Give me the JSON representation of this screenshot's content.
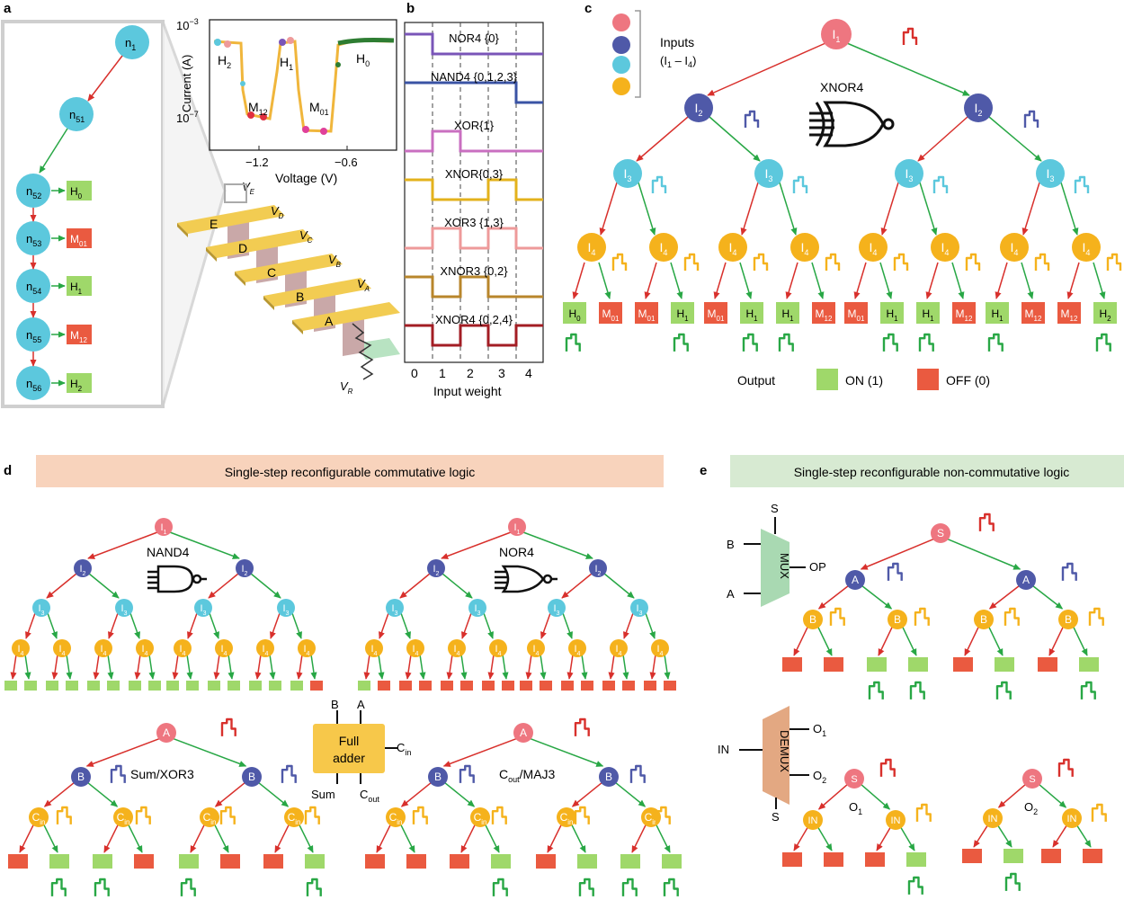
{
  "panels": {
    "a": "a",
    "b": "b",
    "c": "c",
    "d": "d",
    "e": "e"
  },
  "colors": {
    "i1": "#ee7680",
    "i2": "#4f59a8",
    "i3": "#5cc8dd",
    "i4": "#f5b21c",
    "on": "#9fd86a",
    "off": "#ea5a40",
    "red_arrow": "#d8302c",
    "green_arrow": "#28a745",
    "panel_d_header": "#f8d3bc",
    "panel_e_header": "#d7ead2",
    "gold": "#f2cc52"
  },
  "panel_a": {
    "chain_nodes": [
      "n",
      "n",
      "n",
      "n",
      "n",
      "n",
      "n"
    ],
    "chain_subs": [
      "1",
      "51",
      "52",
      "53",
      "54",
      "55",
      "56"
    ],
    "states": [
      {
        "main": "H",
        "sub": "0",
        "kind": "on"
      },
      {
        "main": "M",
        "sub": "01",
        "kind": "off"
      },
      {
        "main": "H",
        "sub": "1",
        "kind": "on"
      },
      {
        "main": "M",
        "sub": "12",
        "kind": "off"
      },
      {
        "main": "H",
        "sub": "2",
        "kind": "on"
      }
    ],
    "iv": {
      "y_top": "10",
      "y_top_exp": "−3",
      "y_bottom": "10",
      "y_bottom_exp": "−7",
      "ylabel": "Current (A)",
      "xlabel": "Voltage (V)",
      "xticks": [
        "−1.2",
        "−0.6"
      ],
      "labels": [
        {
          "main": "H",
          "sub": "2"
        },
        {
          "main": "H",
          "sub": "1"
        },
        {
          "main": "H",
          "sub": "0"
        },
        {
          "main": "M",
          "sub": "12"
        },
        {
          "main": "M",
          "sub": "01"
        }
      ]
    },
    "device": {
      "electrodes": [
        "E",
        "D",
        "C",
        "B",
        "A"
      ],
      "voltages": [
        {
          "v": "V",
          "sub": "E"
        },
        {
          "v": "V",
          "sub": "D"
        },
        {
          "v": "V",
          "sub": "C"
        },
        {
          "v": "V",
          "sub": "B"
        },
        {
          "v": "V",
          "sub": "A"
        }
      ],
      "vr": {
        "v": "V",
        "sub": "R"
      }
    }
  },
  "panel_b": {
    "rows": [
      {
        "name": "NOR4 {0}",
        "color": "#7a55b8",
        "levels": [
          1,
          0,
          0,
          0,
          0
        ]
      },
      {
        "name": "NAND4 {0,1,2,3}",
        "color": "#3a53a4",
        "levels": [
          1,
          1,
          1,
          1,
          0
        ]
      },
      {
        "name": "XOR{1}",
        "color": "#c96fc0",
        "levels": [
          0,
          1,
          0,
          0,
          0
        ]
      },
      {
        "name": "XNOR{0,3}",
        "color": "#e3b21c",
        "levels": [
          1,
          0,
          0,
          1,
          0
        ]
      },
      {
        "name": "XOR3 {1,3}",
        "color": "#ee9a9a",
        "levels": [
          0,
          1,
          0,
          1,
          0
        ]
      },
      {
        "name": "XNOR3 {0,2}",
        "color": "#b8862b",
        "levels": [
          1,
          0,
          1,
          0,
          0
        ]
      },
      {
        "name": "XNOR4 {0,2,4}",
        "color": "#a31d24",
        "levels": [
          1,
          0,
          1,
          0,
          1
        ]
      }
    ],
    "x_ticks": [
      "0",
      "1",
      "2",
      "3",
      "4"
    ],
    "xlabel": "Input weight"
  },
  "panel_c": {
    "inputs_label": "Inputs",
    "inputs_range": "(I",
    "inputs_range_sub1": "1",
    "inputs_range_mid": " – I",
    "inputs_range_sub2": "4",
    "inputs_range_end": ")",
    "gate_label": "XNOR4",
    "node_letter": "I",
    "outputs": [
      {
        "m": "H",
        "s": "0",
        "k": "on"
      },
      {
        "m": "M",
        "s": "01",
        "k": "off"
      },
      {
        "m": "M",
        "s": "01",
        "k": "off"
      },
      {
        "m": "H",
        "s": "1",
        "k": "on"
      },
      {
        "m": "M",
        "s": "01",
        "k": "off"
      },
      {
        "m": "H",
        "s": "1",
        "k": "on"
      },
      {
        "m": "H",
        "s": "1",
        "k": "on"
      },
      {
        "m": "M",
        "s": "12",
        "k": "off"
      },
      {
        "m": "M",
        "s": "01",
        "k": "off"
      },
      {
        "m": "H",
        "s": "1",
        "k": "on"
      },
      {
        "m": "H",
        "s": "1",
        "k": "on"
      },
      {
        "m": "M",
        "s": "12",
        "k": "off"
      },
      {
        "m": "H",
        "s": "1",
        "k": "on"
      },
      {
        "m": "M",
        "s": "12",
        "k": "off"
      },
      {
        "m": "M",
        "s": "12",
        "k": "off"
      },
      {
        "m": "H",
        "s": "2",
        "k": "on"
      }
    ],
    "legend_output": "Output",
    "legend_on": "ON (1)",
    "legend_off": "OFF (0)"
  },
  "panel_d": {
    "header": "Single-step reconfigurable commutative logic",
    "nand_label": "NAND4",
    "nor_label": "NOR4",
    "nand_leaves": [
      1,
      1,
      1,
      1,
      1,
      1,
      1,
      1,
      1,
      1,
      1,
      1,
      1,
      1,
      1,
      0
    ],
    "nor_leaves": [
      1,
      0,
      0,
      0,
      0,
      0,
      0,
      0,
      0,
      0,
      0,
      0,
      0,
      0,
      0,
      0
    ],
    "sum_label": "Sum/XOR3",
    "cout_label": "C",
    "cout_sub": "out",
    "cout_suffix": "/MAJ3",
    "sum_leaves": [
      0,
      1,
      1,
      0,
      1,
      0,
      0,
      1
    ],
    "cout_leaves": [
      0,
      0,
      0,
      1,
      0,
      1,
      1,
      1
    ],
    "tree_letters": {
      "a": "A",
      "b": "B",
      "c": "C",
      "c_sub": "in"
    },
    "adder": {
      "line1": "Full",
      "line2": "adder",
      "b": "B",
      "a": "A",
      "cin": "C",
      "cin_sub": "in",
      "sum": "Sum",
      "cout": "C",
      "cout_sub": "out"
    }
  },
  "panel_e": {
    "header": "Single-step reconfigurable non-commutative logic",
    "mux": {
      "label": "MUX",
      "s": "S",
      "b": "B",
      "a": "A",
      "op": "OP"
    },
    "mux_leaves": [
      0,
      0,
      1,
      1,
      0,
      1,
      0,
      1
    ],
    "demux": {
      "label": "DEMUX",
      "in": "IN",
      "s": "S",
      "o1": "O",
      "o1_sub": "1",
      "o2": "O",
      "o2_sub": "2"
    },
    "demux_left_leaves": [
      0,
      0,
      0,
      1
    ],
    "demux_right_leaves": [
      0,
      1,
      0,
      0
    ],
    "demux_left_tag": "O",
    "demux_left_tag_sub": "1",
    "demux_right_tag": "O",
    "demux_right_tag_sub": "2",
    "letters": {
      "s": "S",
      "a": "A",
      "b": "B",
      "in": "IN"
    }
  }
}
